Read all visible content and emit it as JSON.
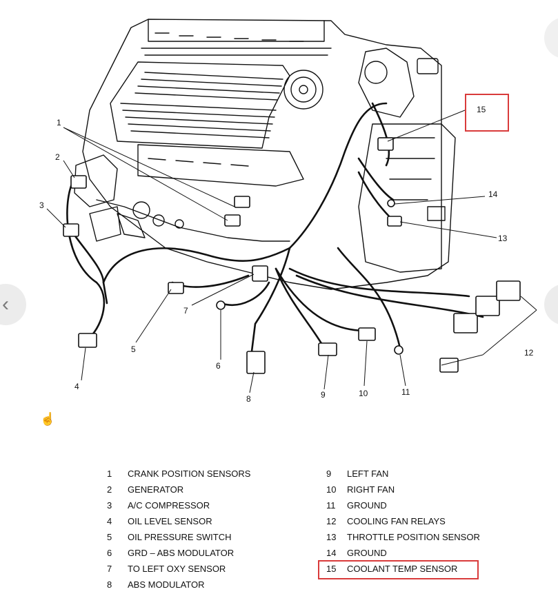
{
  "nav": {
    "prev_icon": "chevron-left-icon",
    "next_icon": "chevron-right-icon",
    "prev_glyph": "‹"
  },
  "callouts": [
    "1",
    "2",
    "3",
    "4",
    "5",
    "6",
    "7",
    "8",
    "9",
    "10",
    "11",
    "12",
    "13",
    "14",
    "15"
  ],
  "legend_left": [
    {
      "num": "1",
      "label": "CRANK POSITION SENSORS"
    },
    {
      "num": "2",
      "label": "GENERATOR"
    },
    {
      "num": "3",
      "label": "A/C COMPRESSOR"
    },
    {
      "num": "4",
      "label": "OIL LEVEL SENSOR"
    },
    {
      "num": "5",
      "label": "OIL PRESSURE SWITCH"
    },
    {
      "num": "6",
      "label": "GRD – ABS MODULATOR"
    },
    {
      "num": "7",
      "label": "TO LEFT OXY SENSOR"
    },
    {
      "num": "8",
      "label": "ABS MODULATOR"
    }
  ],
  "legend_right": [
    {
      "num": "9",
      "label": "LEFT FAN"
    },
    {
      "num": "10",
      "label": "RIGHT FAN"
    },
    {
      "num": "11",
      "label": "GROUND"
    },
    {
      "num": "12",
      "label": "COOLING FAN RELAYS"
    },
    {
      "num": "13",
      "label": "THROTTLE POSITION SENSOR"
    },
    {
      "num": "14",
      "label": "GROUND"
    },
    {
      "num": "15",
      "label": "COOLANT TEMP SENSOR"
    }
  ],
  "highlight_color": "#d93a3a"
}
